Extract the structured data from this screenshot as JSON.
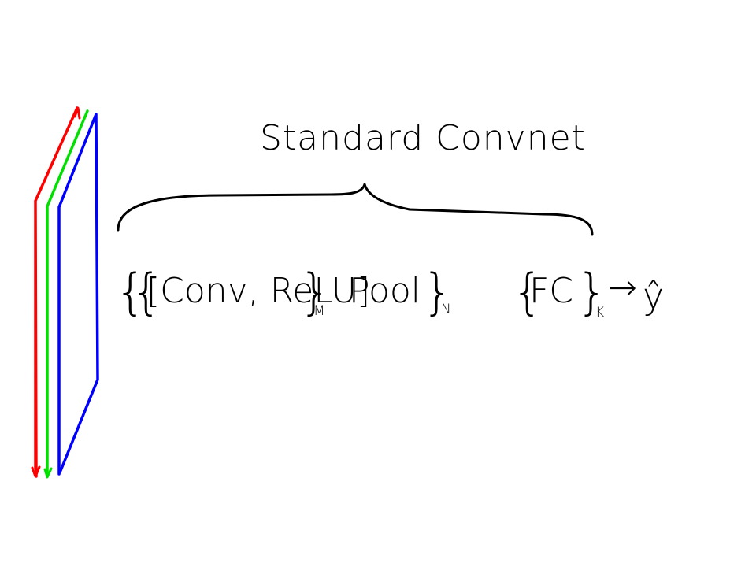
{
  "title": "Standard Convnet",
  "formula": {
    "open_outer": "{",
    "open_inner": "{",
    "conv_relu": "[Conv, ReLU]",
    "conv_relu_close": "}",
    "m_sub": "M",
    "pool": "Pool",
    "pool_close": "}",
    "n_sub": "N",
    "fc_open": "{",
    "fc": "FC",
    "fc_close": "}",
    "k_sub": "K",
    "arrow": "→",
    "output": "ŷ"
  },
  "input_channels": [
    {
      "name": "red-channel",
      "color": "#ff0000"
    },
    {
      "name": "green-channel",
      "color": "#00e000"
    },
    {
      "name": "blue-channel",
      "color": "#0000ff"
    }
  ]
}
